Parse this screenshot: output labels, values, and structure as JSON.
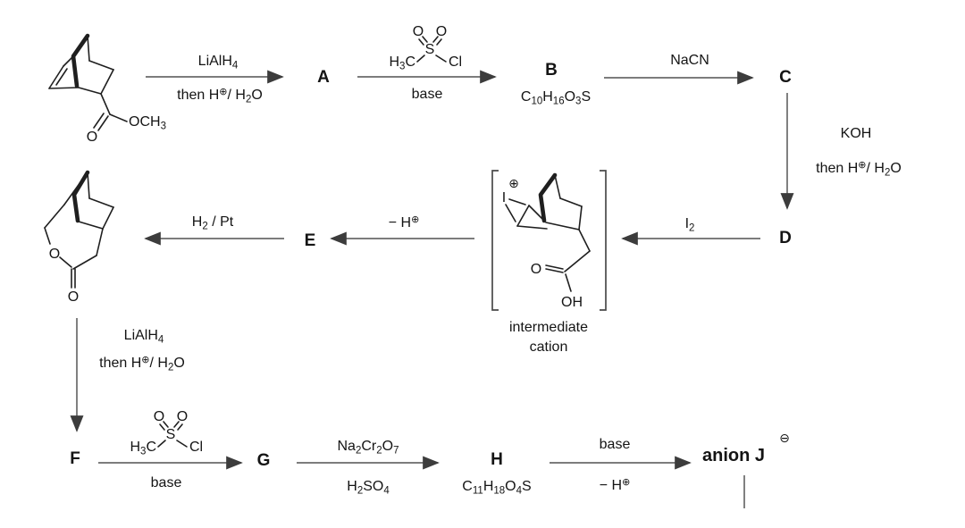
{
  "colors": {
    "background": "#ffffff",
    "ink": "#141414",
    "bond": "#1f1f1f",
    "arrow": "#6a6a6a",
    "arrowhead": "#3c3c3c"
  },
  "compounds": {
    "a": "A",
    "b": "B",
    "c": "C",
    "d": "D",
    "e": "E",
    "f": "F",
    "g": "G",
    "h": "H",
    "anion_j": "anion J",
    "anion_charge": "⊖",
    "b_formula": [
      "C",
      "10",
      "H",
      "16",
      "O",
      "3",
      "S"
    ],
    "h_formula": [
      "C",
      "11",
      "H",
      "18",
      "O",
      "4",
      "S"
    ],
    "intermediate_caption": [
      "intermediate",
      "cation"
    ]
  },
  "reagents": {
    "lialh4": [
      "LiAlH",
      "4"
    ],
    "acid_workup": [
      "then H",
      "⊕",
      "/ H",
      "2",
      "O"
    ],
    "base": "base",
    "nacn": "NaCN",
    "koh": "KOH",
    "i2": [
      "I",
      "2"
    ],
    "minus_h": [
      "− H",
      "⊕"
    ],
    "h2_pt": [
      "H",
      "2",
      " / Pt"
    ],
    "na2cr2o7": [
      "Na",
      "2",
      "Cr",
      "2",
      "O",
      "7"
    ],
    "h2so4": [
      "H",
      "2",
      "SO",
      "4"
    ]
  },
  "atoms": {
    "o": "O",
    "s": "S",
    "cl": "Cl",
    "i": "I",
    "oh": "OH",
    "plus": "⊕",
    "h3c": [
      "H",
      "3",
      "C"
    ],
    "och3": [
      "OCH",
      "3"
    ]
  }
}
